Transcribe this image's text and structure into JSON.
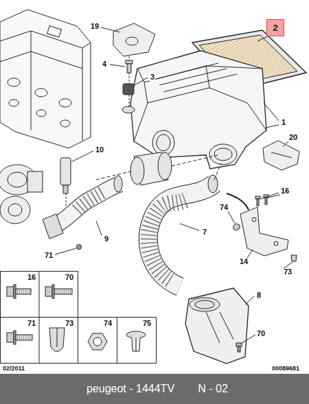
{
  "diagram": {
    "nodes": [
      {
        "text": [
          "2"
        ]
      },
      {
        "text": [
          "peugeot - 1444TV",
          "N - 02"
        ]
      }
    ],
    "labels": [
      "19",
      "4",
      "3",
      "1",
      "20",
      "10",
      "16",
      "74",
      "7",
      "9",
      "71",
      "14",
      "73",
      "8",
      "70",
      "16",
      "70",
      "71",
      "73",
      "74",
      "75",
      "02/2011",
      "00089681"
    ]
  }
}
